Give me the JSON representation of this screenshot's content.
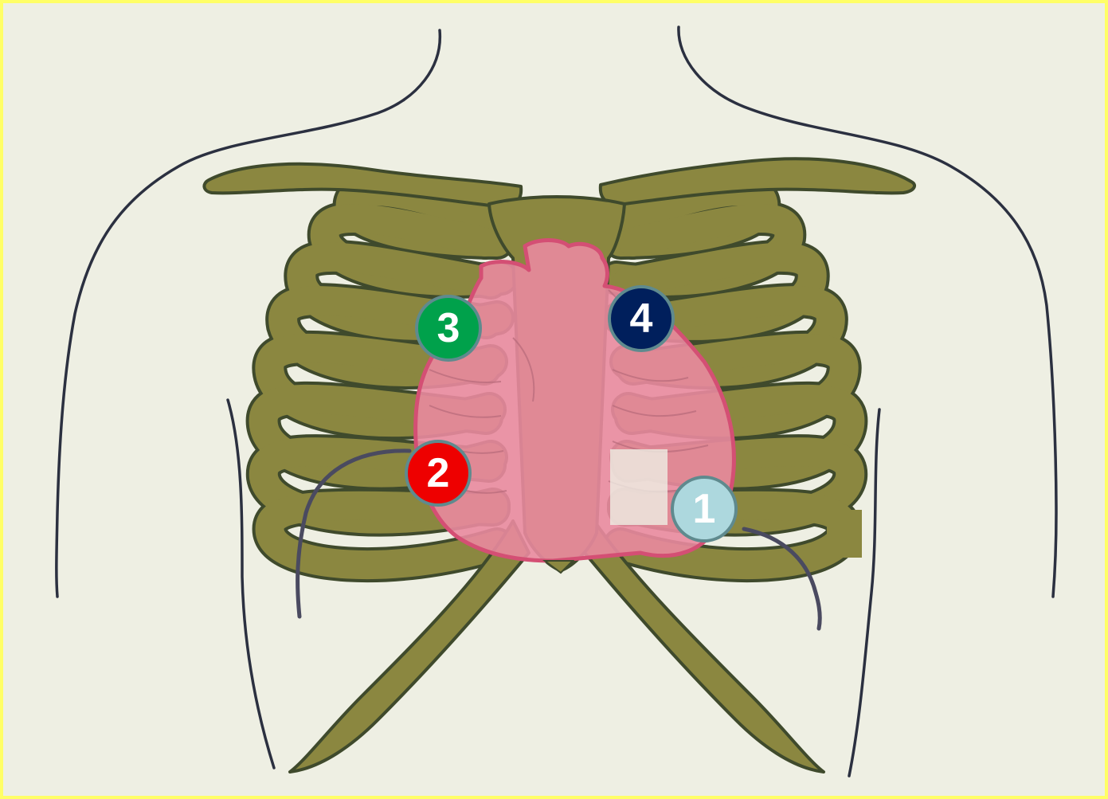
{
  "colors": {
    "frame": "#ffff66",
    "background": "#eeefe3",
    "bone": "#8b8740",
    "bone_outline": "#3f4a2c",
    "heart": "#e9899e",
    "heart_outline": "#d44f74",
    "body_outline": "#2b3040"
  },
  "auscultation_points": [
    {
      "id": "point-1",
      "label": "1",
      "fill": "#add8de",
      "text_color": "#ffffff"
    },
    {
      "id": "point-2",
      "label": "2",
      "fill": "#ee0000",
      "text_color": "#ffffff"
    },
    {
      "id": "point-3",
      "label": "3",
      "fill": "#00a14b",
      "text_color": "#ffffff"
    },
    {
      "id": "point-4",
      "label": "4",
      "fill": "#001f5c",
      "text_color": "#ffffff"
    }
  ]
}
